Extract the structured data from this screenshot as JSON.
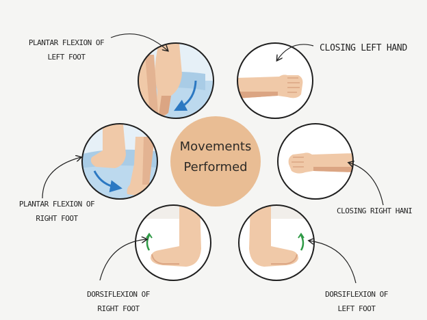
{
  "center": {
    "line1": "Movements",
    "line2": "Performed"
  },
  "labels": {
    "plantar_left": {
      "line1": "PLANTAR FLEXION OF",
      "line2": "LEFT FOOT"
    },
    "closing_left": {
      "line1": "CLOSING LEFT HAND"
    },
    "plantar_right": {
      "line1": "PLANTAR FLEXION OF",
      "line2": "RIGHT FOOT"
    },
    "closing_right": {
      "line1": "CLOSING RIGHT HANI"
    },
    "dorsi_right": {
      "line1": "DORSIFLEXION OF",
      "line2": "RIGHT FOOT"
    },
    "dorsi_left": {
      "line1": "DORSIFLEXION OF",
      "line2": "LEFT FOOT"
    }
  },
  "colors": {
    "center_fill": "#e9bd94",
    "circle_stroke": "#1f1f1f",
    "skin": "#f0c9a8",
    "skin_shade": "#dba583",
    "water": "#bcd9ee",
    "arrow_blue": "#2b78c2",
    "arrow_green": "#2f9a46"
  }
}
